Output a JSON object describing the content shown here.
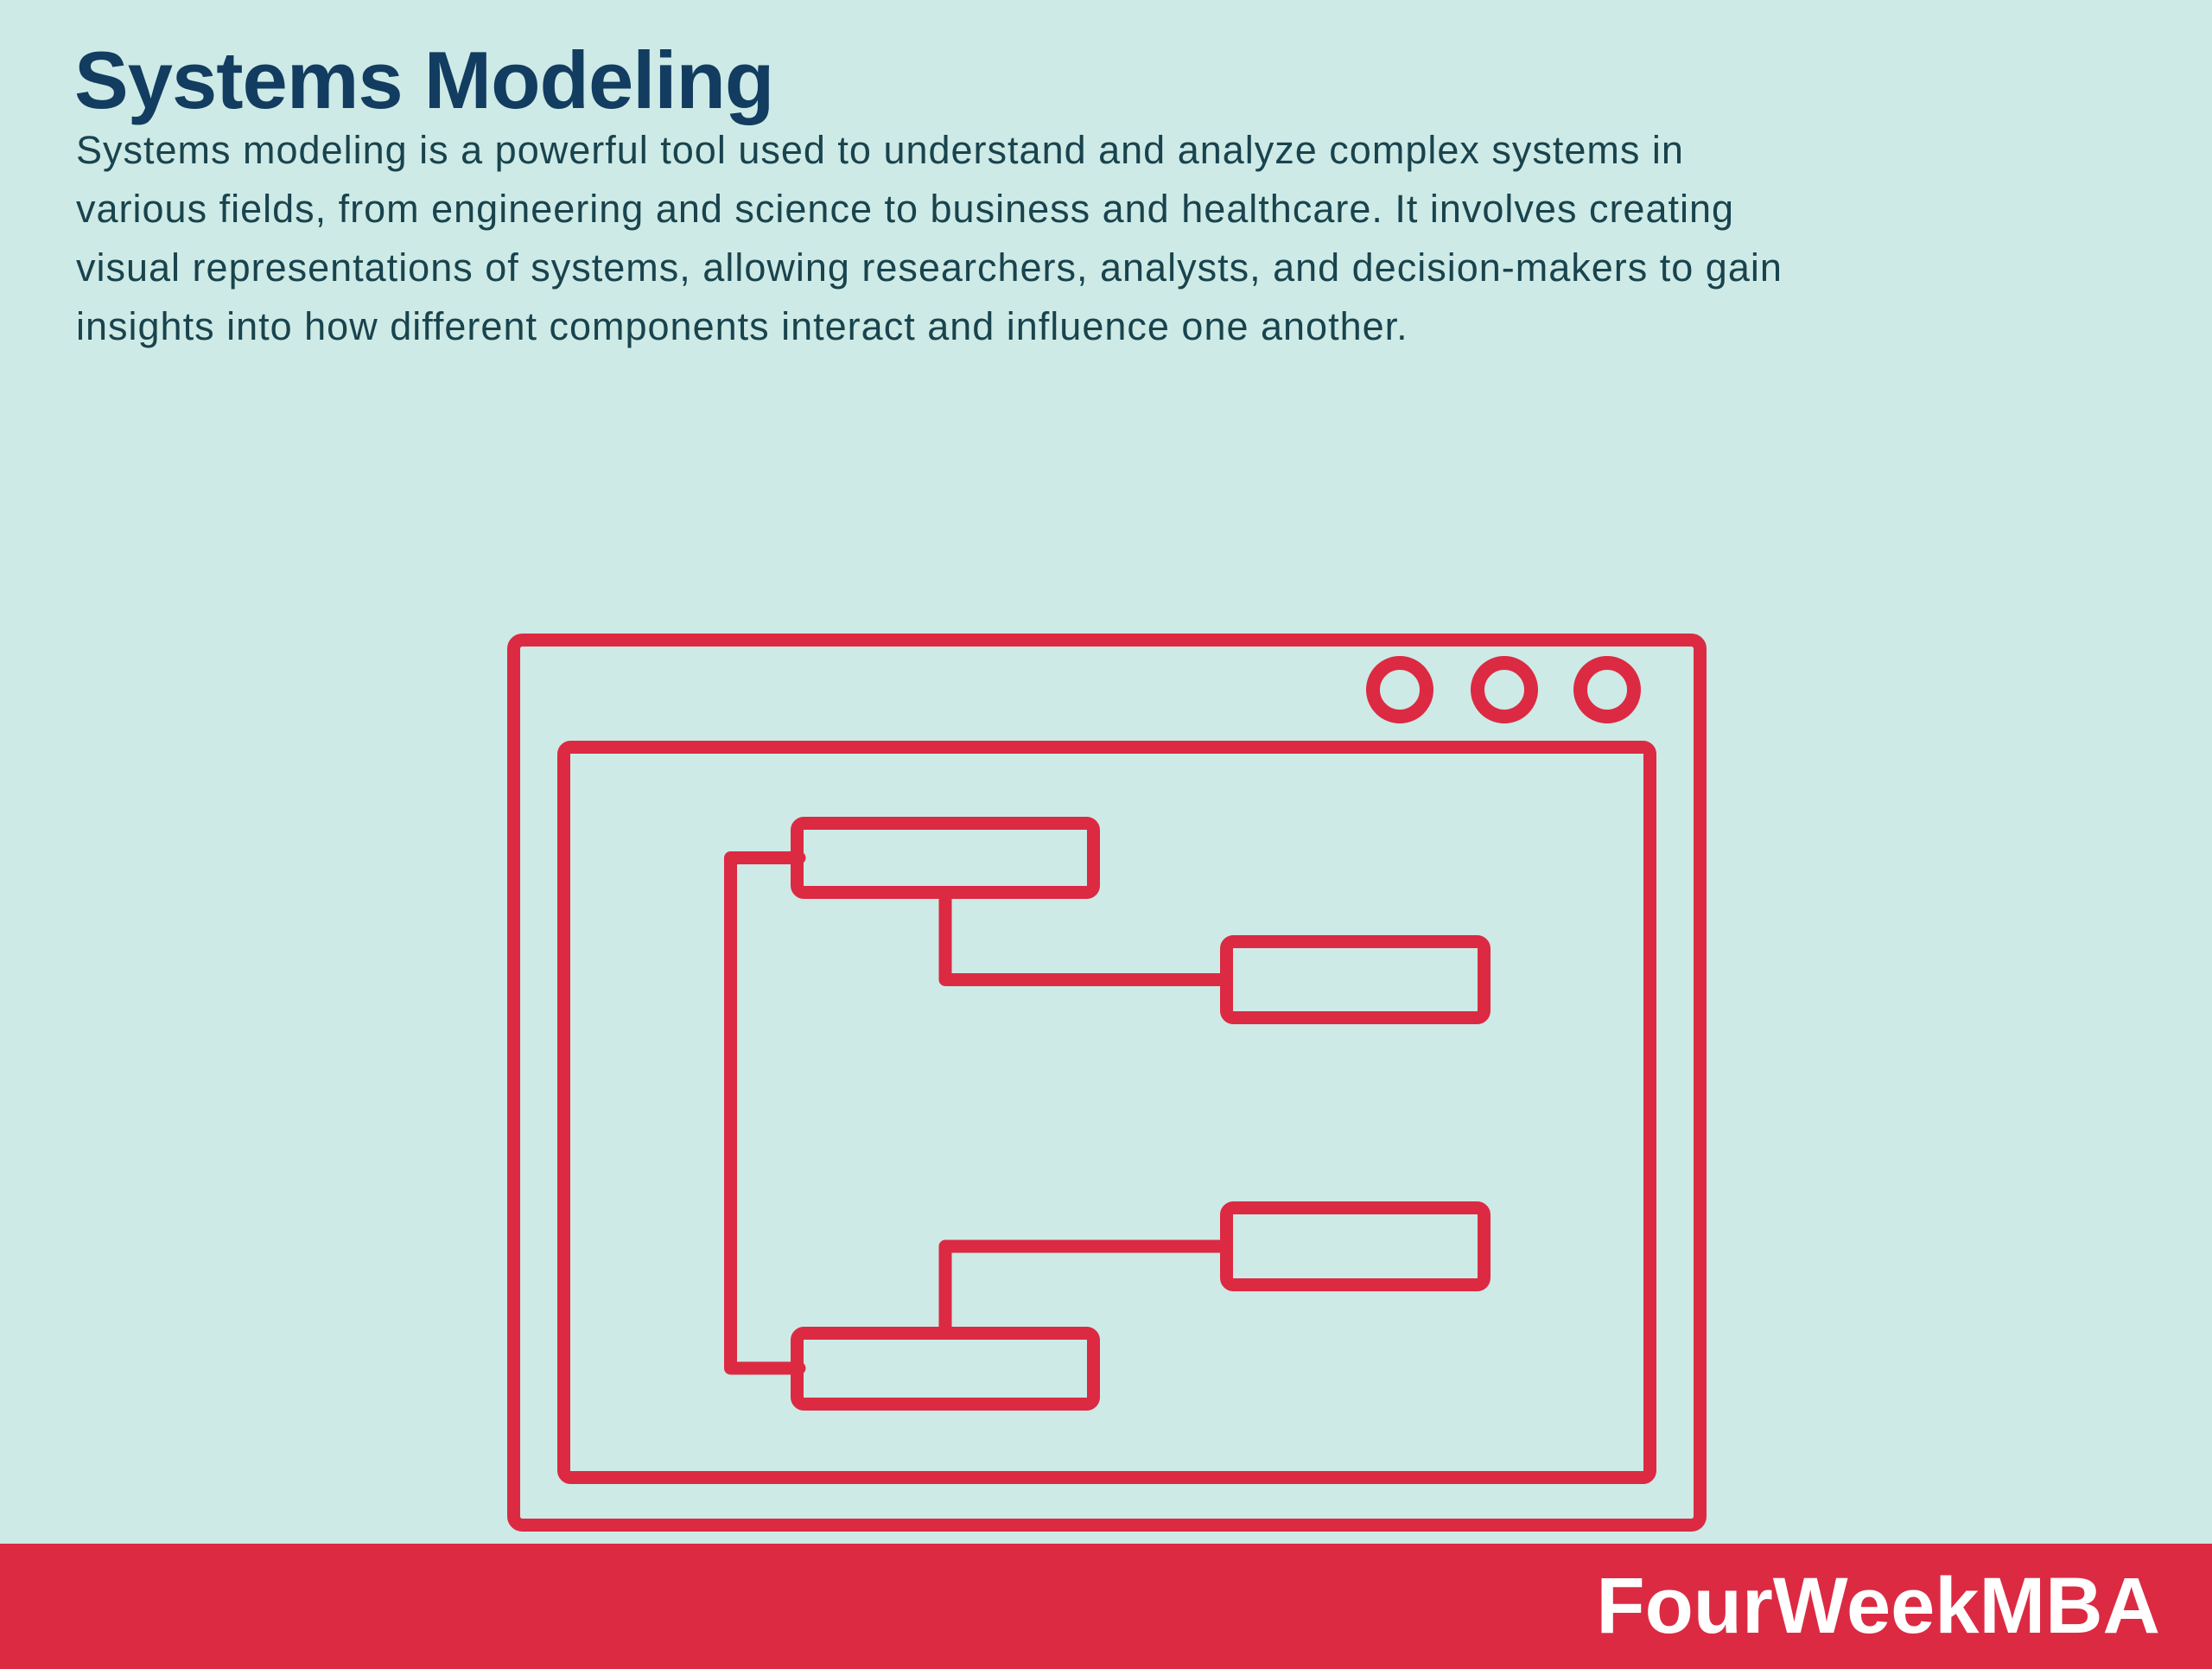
{
  "colors": {
    "background": "#cdeae6",
    "accent_red": "#dc2a43",
    "title_navy": "#123c60",
    "body_teal": "#19434d",
    "footer_background": "#dc2a43",
    "footer_text": "#ffffff"
  },
  "header": {
    "title": "Systems Modeling",
    "intro_lines": [
      "Systems modeling is a powerful tool used to understand and analyze complex systems in",
      "various fields, from engineering and science to business and healthcare. It involves creating",
      "visual representations of systems, allowing researchers, analysts, and decision-makers to gain",
      "insights into how different components interact and influence one another."
    ]
  },
  "illustration": {
    "name": "browser-window-with-flowchart",
    "window_controls_count": 3,
    "flow_box_count": 4
  },
  "footer": {
    "brand": "FourWeekMBA"
  }
}
